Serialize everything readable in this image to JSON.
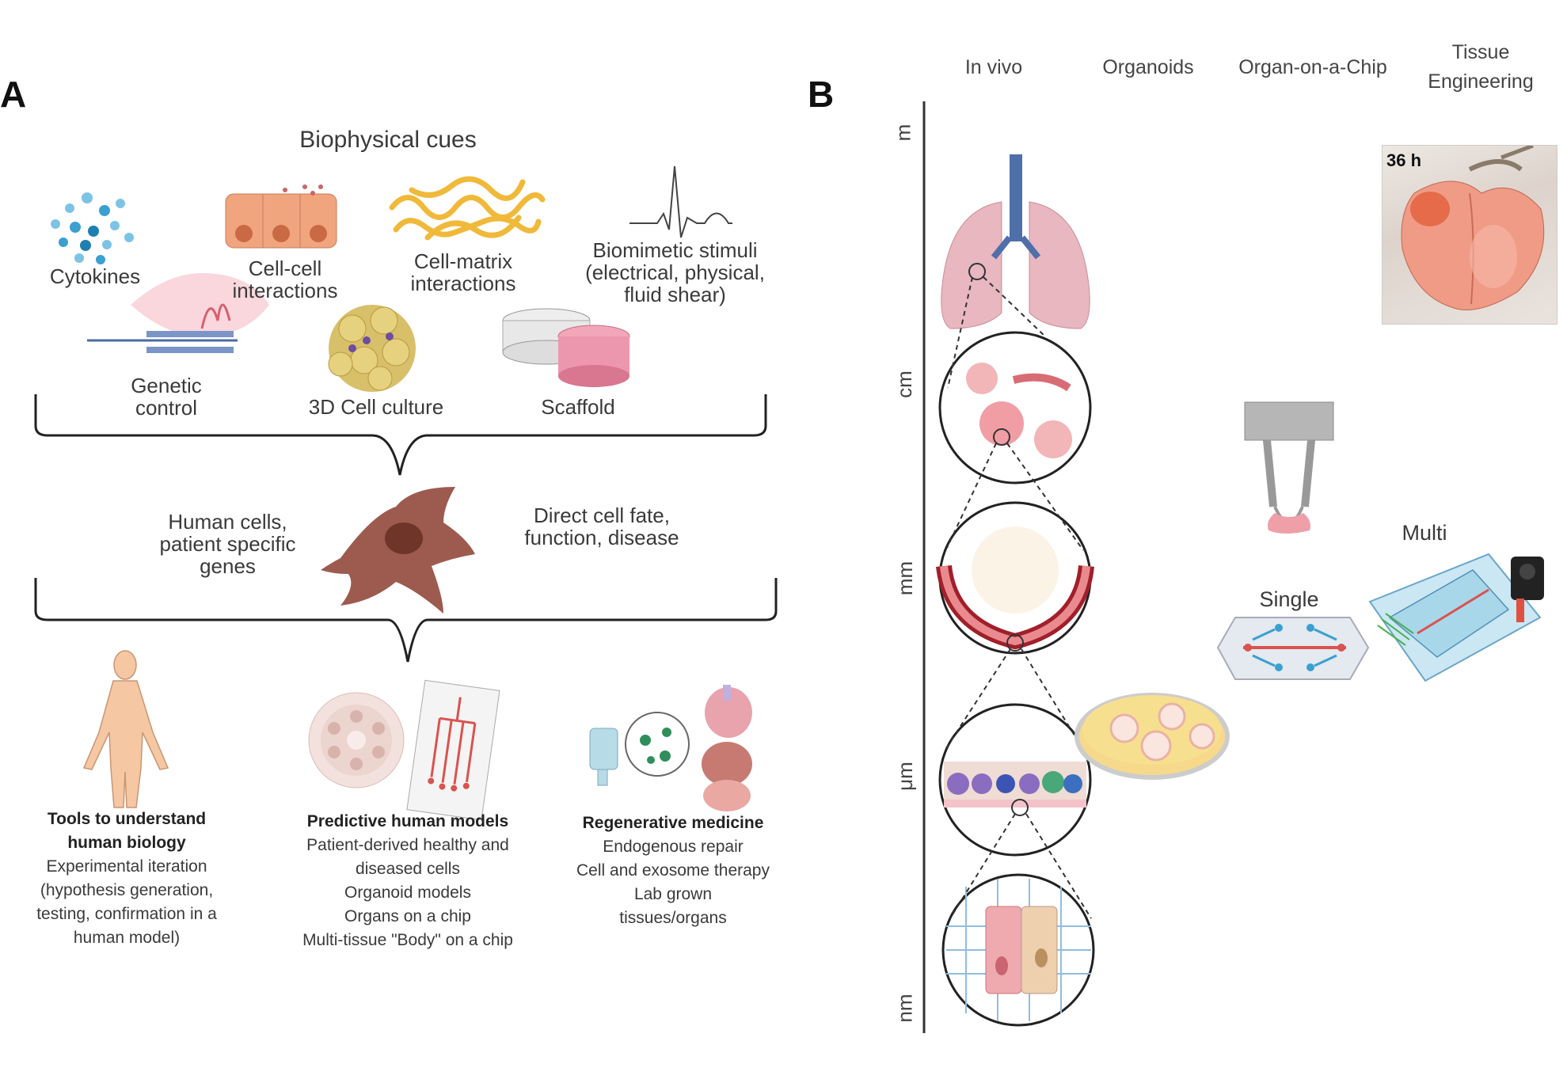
{
  "panel_a": {
    "letter": "A",
    "title": "Biophysical cues",
    "cues": {
      "cytokines": "Cytokines",
      "cell_cell": [
        "Cell-cell",
        "interactions"
      ],
      "cell_matrix": [
        "Cell-matrix",
        "interactions"
      ],
      "biomimetic": [
        "Biomimetic stimuli",
        "(electrical, physical,",
        "fluid shear)"
      ],
      "genetic": [
        "Genetic",
        "control"
      ],
      "culture_3d": "3D Cell culture",
      "scaffold": "Scaffold"
    },
    "center": {
      "left": [
        "Human cells,",
        "patient specific",
        "genes"
      ],
      "right": [
        "Direct cell fate,",
        "function, disease"
      ]
    },
    "outcomes": {
      "tools": {
        "title": [
          "Tools to understand",
          "human biology"
        ],
        "lines": [
          "Experimental iteration",
          "(hypothesis generation,",
          "testing, confirmation in a",
          "human model)"
        ]
      },
      "predictive": {
        "title": [
          "Predictive human models"
        ],
        "lines": [
          "Patient-derived healthy and",
          "diseased cells",
          "Organoid models",
          "Organs on a chip",
          "Multi-tissue \"Body\" on a chip"
        ]
      },
      "regenerative": {
        "title": [
          "Regenerative medicine"
        ],
        "lines": [
          "Endogenous repair",
          "Cell and exosome therapy",
          "Lab grown",
          "tissues/organs"
        ]
      }
    }
  },
  "panel_b": {
    "letter": "B",
    "columns": {
      "in_vivo": "In vivo",
      "organoids": "Organoids",
      "ooc": "Organ-on-a-Chip",
      "te": [
        "Tissue",
        "Engineering"
      ]
    },
    "scale": {
      "m": "m",
      "cm": "cm",
      "mm": "mm",
      "um": "μm",
      "nm": "nm"
    },
    "labels": {
      "single": "Single",
      "multi": "Multi",
      "photo_time": "36 h"
    }
  },
  "colors": {
    "cell_brown": "#9c5b4e",
    "lung_pink": "#e8b7c0",
    "trachea_blue": "#4f6fa8",
    "chip_red": "#d9534f",
    "cytokine_blue": "#3aa0d0",
    "matrix_yellow": "#f0b93a"
  }
}
